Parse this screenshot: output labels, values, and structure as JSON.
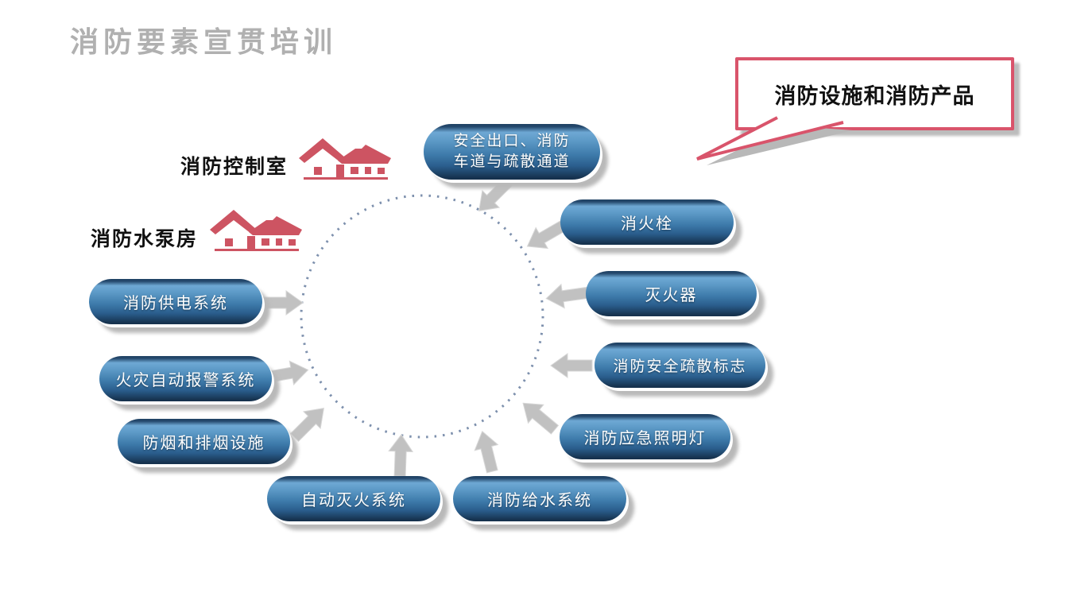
{
  "slide": {
    "title": "消防要素宣贯培训"
  },
  "callout": {
    "text": "消防设施和消防产品"
  },
  "buildings": [
    {
      "label": "消防控制室"
    },
    {
      "label": "消防水泵房"
    }
  ],
  "pills": [
    {
      "line1": "安全出口、消防",
      "line2": "车道与疏散通道"
    },
    {
      "label": "消火栓"
    },
    {
      "label": "灭火器"
    },
    {
      "label": "消防安全疏散标志"
    },
    {
      "label": "消防应急照明灯"
    },
    {
      "label": "消防给水系统"
    },
    {
      "label": "自动灭火系统"
    },
    {
      "label": "防烟和排烟设施"
    },
    {
      "label": "火灾自动报警系统"
    },
    {
      "label": "消防供电系统"
    }
  ],
  "colors": {
    "pill_gradient_light": "#6ea8d4",
    "pill_gradient_dark": "#16324e",
    "accent_red": "#d9546b",
    "house_red": "#cd5462",
    "arrow_gray": "#c1c1c1",
    "circle_dot_blue": "#7d90ad",
    "title_gray": "#b0b0b0",
    "shadow_gray": "#b9b9b9"
  },
  "icons": {
    "house": "house-icon",
    "arrow": "inward-arrow-icon",
    "callout": "speech-callout-tail"
  }
}
